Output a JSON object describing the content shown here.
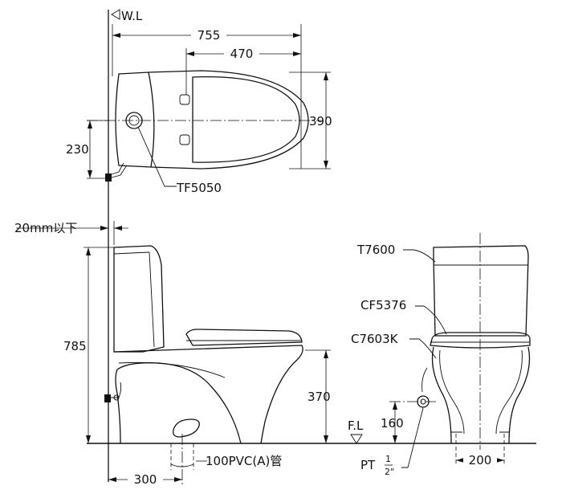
{
  "labels": {
    "water_level": "W.L",
    "floor_level": "F.L",
    "wall_gap": "20mm以下",
    "drain_pipe": "100PVC(A)管",
    "pt_text": "PT",
    "pt_num": "1",
    "pt_den": "2\""
  },
  "dims": {
    "overall_length": "755",
    "seat_length": "470",
    "overall_width": "390",
    "supply_offset": "230",
    "overall_height": "785",
    "seat_height": "370",
    "supply_height": "160",
    "rough_in": "300",
    "foot_width": "200"
  },
  "parts": {
    "flush_lever": "TF5050",
    "tank": "T7600",
    "seat": "CF5376",
    "bowl": "C7603K"
  }
}
